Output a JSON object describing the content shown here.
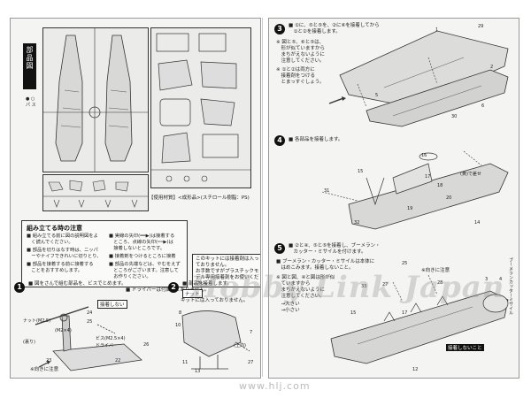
{
  "parts_panel": {
    "title": "部品図",
    "legend": [
      "● ○",
      "パ ス"
    ],
    "material_note": "【使用材質】<成形品>(スチロール樹脂：PS)"
  },
  "assembly_notes": {
    "heading": "組み立てる時の注意",
    "lines": [
      "■ 組み立てる前に図の説明図をよ",
      "　く読んでください。",
      "■ 部品を切りはなす時は、ニッパ",
      "　ーやナイフできれいに切りとり、",
      "■ 部品を接着する前に接着する",
      "　ことをおすすめします。"
    ],
    "symbols_lines": [
      "■ 実線の矢印(━━▶)は接着する",
      "　ところ、点線の矢印(┅┅▶)は",
      "　接着しないところです。",
      "■ 接着剤をつけるところに接着",
      "■ 部品の先端などは、やむをえず",
      "　ところがございます。注意して",
      "　お作りください。"
    ]
  },
  "glue_warning": [
    "このキットには接着剤は入っ",
    "ておりません。",
    "お手数ですがプラスチックモ",
    "デル専用接着剤をお使いくだ",
    "さい。"
  ],
  "steps": {
    "step1": {
      "number": "1",
      "text": [
        "■ 図をさんで組む部品を、ビスでとめます。",
        "■ ドライバーは付属しておりません。"
      ],
      "labels": [
        "ナット(M2.5)",
        "(裏り)",
        "ビス(M2.5×4)",
        "ドライバー",
        "(M2×4)",
        "23",
        "24",
        "25",
        "26",
        "22"
      ],
      "warning": "接着しない",
      "note": "※向きに注意"
    },
    "step2": {
      "number": "2",
      "text": [
        "■ 部品を接着します。",
        "ナット",
        "キットには入っておりません。"
      ],
      "labels": [
        "8",
        "10",
        "11",
        "13",
        "7",
        "(上向)",
        "27"
      ]
    },
    "step3": {
      "number": "3",
      "text": [
        "■ ①に、⑤と⑤を、②に⑥を接着してから",
        "　①と②を接着します。",
        "※ 図と⑤、⑥と⑤は、",
        "　形が似ていますから",
        "　まちがえないように",
        "　注意してください。",
        "※ ①と②は両方に",
        "　接着剤をつける",
        "　とまっすぐしょう。"
      ],
      "labels": [
        "1",
        "2",
        "5",
        "6",
        "29",
        "30"
      ]
    },
    "step4": {
      "number": "4",
      "text": [
        "■ 各部品を接着します。"
      ],
      "labels": [
        "15",
        "16",
        "17",
        "18",
        "19",
        "20",
        "31",
        "32",
        "14",
        "(黄)で差せ"
      ]
    },
    "step5": {
      "number": "5",
      "text": [
        "■ ②と④、⑤と⑤を接着し、ブーメラン・",
        "　カッター・ミサイルを付けます。",
        "■ ブーメラン・カッター・ミサイルは本体に",
        "　はめこみます。接着しないこと。",
        "※ 図と図、④と図は形が似",
        "　ていますから",
        "　まちがえないように",
        "　注意してください。",
        "　→大きい",
        "　→小さい"
      ],
      "labels": [
        "3",
        "4",
        "27",
        "28",
        "33",
        "12",
        "15",
        "17",
        "25"
      ],
      "note": "※向きに注意",
      "warning": "接着しないこと",
      "side_label": "ブーメランカッターミサイル"
    }
  },
  "watermark": "Hobby Link Japan",
  "footer_url": "www.hlj.com"
}
